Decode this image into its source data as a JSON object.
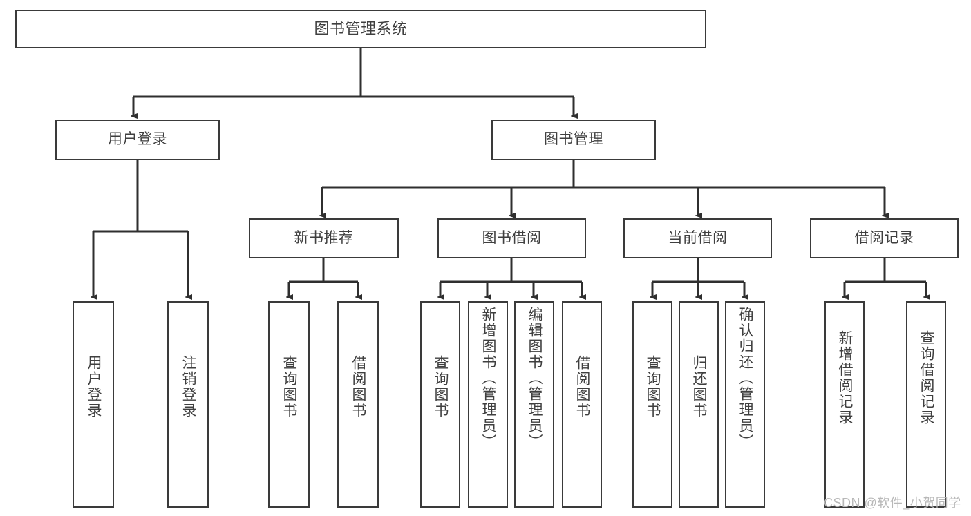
{
  "diagram": {
    "type": "hierarchy-tree",
    "title": "图书管理系统",
    "root": {
      "label": "图书管理系统"
    },
    "level1": [
      {
        "label": "用户登录"
      },
      {
        "label": "图书管理"
      }
    ],
    "level2": [
      {
        "label": "新书推荐"
      },
      {
        "label": "图书借阅"
      },
      {
        "label": "当前借阅"
      },
      {
        "label": "借阅记录"
      }
    ],
    "leaves": {
      "user_login": [
        {
          "label": "用户登录"
        },
        {
          "label": "注销登录"
        }
      ],
      "new_book_recommend": [
        {
          "label": "查询图书"
        },
        {
          "label": "借阅图书"
        }
      ],
      "book_borrow": [
        {
          "label": "查询图书"
        },
        {
          "label": "新增图书（管理员）"
        },
        {
          "label": "编辑图书（管理员）"
        },
        {
          "label": "借阅图书"
        }
      ],
      "current_borrow": [
        {
          "label": "查询图书"
        },
        {
          "label": "归还图书"
        },
        {
          "label": "确认归还（管理员）"
        }
      ],
      "borrow_record": [
        {
          "label": "新增借阅记录"
        },
        {
          "label": "查询借阅记录"
        }
      ]
    }
  },
  "watermark": {
    "text": "CSDN @软件_小贺同学"
  },
  "colors": {
    "stroke": "#3a3a3a",
    "text": "#3f3f3f",
    "background": "#ffffff",
    "watermark": "#b8b8b8"
  }
}
